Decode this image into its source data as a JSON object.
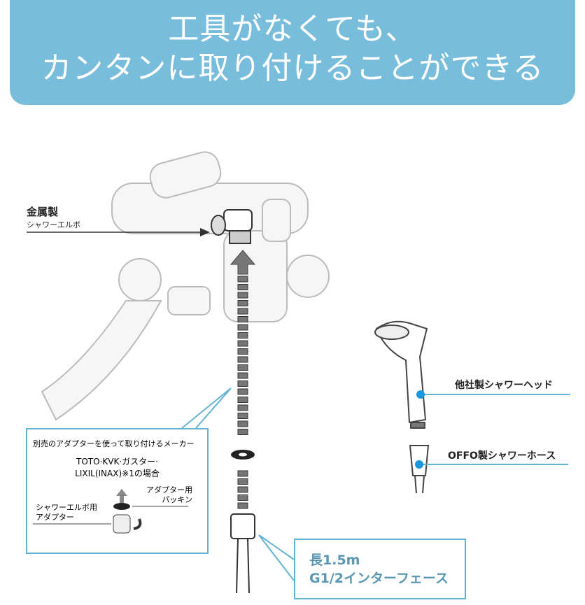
{
  "banner": {
    "line1": "工具がなくても、",
    "line2": "カンタンに取り付けることができる"
  },
  "labels": {
    "elbow_main": "金属製",
    "elbow_sub": "シャワーエルボ",
    "shower_head": "他社製シャワーヘッド",
    "shower_hose": "OFFO製シャワーホース"
  },
  "adapter_callout": {
    "title": "別売のアダプターを使って取り付けるメーカー",
    "makers_line1": "TOTO·KVK·ガスター·",
    "makers_line2": "LIXIL(INAX)※1の場合",
    "packing_label_1": "アダプター用",
    "packing_label_2": "パッキン",
    "adapter_label_1": "シャワーエルボ用",
    "adapter_label_2": "アダプター"
  },
  "hose_callout": {
    "line1": "長1.5m",
    "line2": "G1/2インターフェース"
  },
  "colors": {
    "banner": "#78bddb",
    "accent": "#62b2d4",
    "dot": "#1a96dc"
  }
}
